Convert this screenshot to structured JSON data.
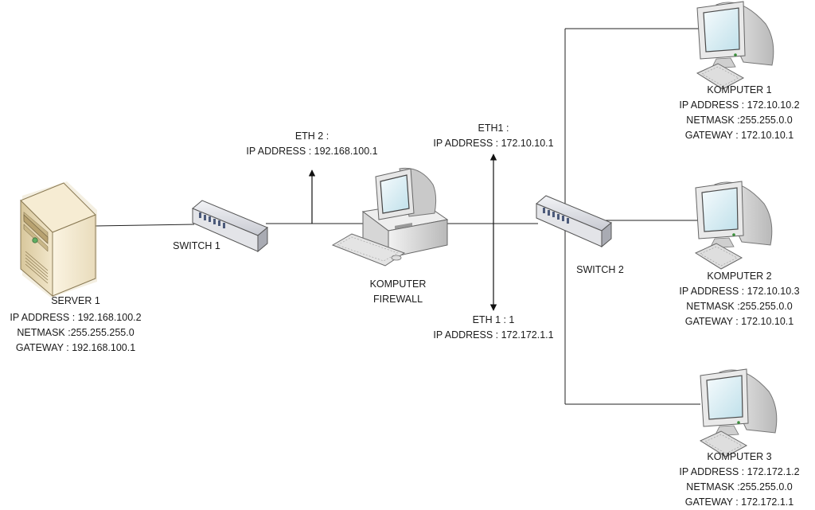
{
  "server1": {
    "name": "SERVER 1",
    "ip": "IP ADDRESS : 192.168.100.2",
    "netmask": "NETMASK :255.255.255.0",
    "gateway": "GATEWAY : 192.168.100.1"
  },
  "switch1": {
    "name": "SWITCH 1"
  },
  "switch2": {
    "name": "SWITCH 2"
  },
  "firewall": {
    "name_line1": "KOMPUTER",
    "name_line2": "FIREWALL"
  },
  "eth2": {
    "name": "ETH 2 :",
    "ip": "IP ADDRESS : 192.168.100.1"
  },
  "eth1": {
    "name": "ETH1 :",
    "ip": "IP ADDRESS : 172.10.10.1"
  },
  "eth1_1": {
    "name": "ETH 1 : 1",
    "ip": "IP ADDRESS : 172.172.1.1"
  },
  "komputer1": {
    "name": "KOMPUTER 1",
    "ip": "IP ADDRESS : 172.10.10.2",
    "netmask": "NETMASK :255.255.0.0",
    "gateway": "GATEWAY : 172.10.10.1"
  },
  "komputer2": {
    "name": "KOMPUTER 2",
    "ip": "IP ADDRESS : 172.10.10.3",
    "netmask": "NETMASK :255.255.0.0",
    "gateway": "GATEWAY : 172.10.10.1"
  },
  "komputer3": {
    "name": "KOMPUTER 3",
    "ip": "IP ADDRESS : 172.172.1.2",
    "netmask": "NETMASK :255.255.0.0",
    "gateway": "GATEWAY : 172.172.1.1"
  }
}
